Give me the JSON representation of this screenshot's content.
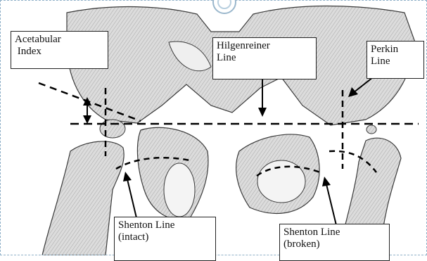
{
  "labels": {
    "acetabular_index": [
      "Acetabular",
      " Index"
    ],
    "hilgenreiner_line": [
      "Hilgenreiner",
      "Line"
    ],
    "perkin_line": [
      "Perkin",
      "Line"
    ],
    "shenton_intact": [
      "Shenton Line",
      "(intact)"
    ],
    "shenton_broken": [
      "Shenton Line",
      "(broken)"
    ]
  },
  "colors": {
    "bone_fill": "#d9d9d9",
    "bone_stroke": "#3a3a3a",
    "line_color": "#000000",
    "frame_color": "#8fb0c8"
  }
}
